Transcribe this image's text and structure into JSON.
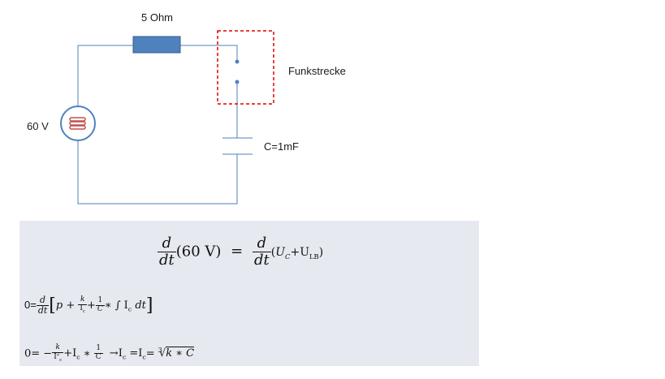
{
  "circuit": {
    "resistor_label": "5 Ohm",
    "source_label": "60 V",
    "spark_gap_label": "Funkstrecke",
    "capacitor_label": "C=1mF",
    "colors": {
      "wire": "#4f81bd",
      "resistor_fill": "#4f81bd",
      "resistor_stroke": "#385d8a",
      "spark_box": "#e00000"
    }
  },
  "equations": {
    "eq1": {
      "d": "d",
      "dt": "dt",
      "lhs_arg": "(60 V)",
      "equals": "=",
      "rhs_open": "(",
      "uc": "U",
      "uc_sub": "C",
      "plus": "+U",
      "ulb_sub": "LB",
      "rhs_close": ")"
    },
    "eq2": {
      "zero": "0=",
      "d": "d",
      "dt": "dt",
      "open": "[",
      "p": "p +",
      "k": "k",
      "ic": "I",
      "ic_sub": "c",
      "plus": "+",
      "one": "1",
      "c": "C",
      "integral": "∗ ∫ I",
      "int_sub": "c",
      "dt_end": "dt",
      "close": "]"
    },
    "eq3": {
      "zero": "0= −",
      "k": "k",
      "ic2": "I",
      "ic2_sup": "2",
      "ic2_sub": "c",
      "plus_ic": "+I",
      "plus_ic_sub": "c",
      "times": "∗",
      "one": "1",
      "c": "C",
      "arrow": "→I",
      "arrow_sub": "c",
      "eq_ic": "=I",
      "eq_ic_sub": "c",
      "eq_root": "=",
      "root_index": "3",
      "radical": "√",
      "radicand": "k ∗ C"
    }
  }
}
